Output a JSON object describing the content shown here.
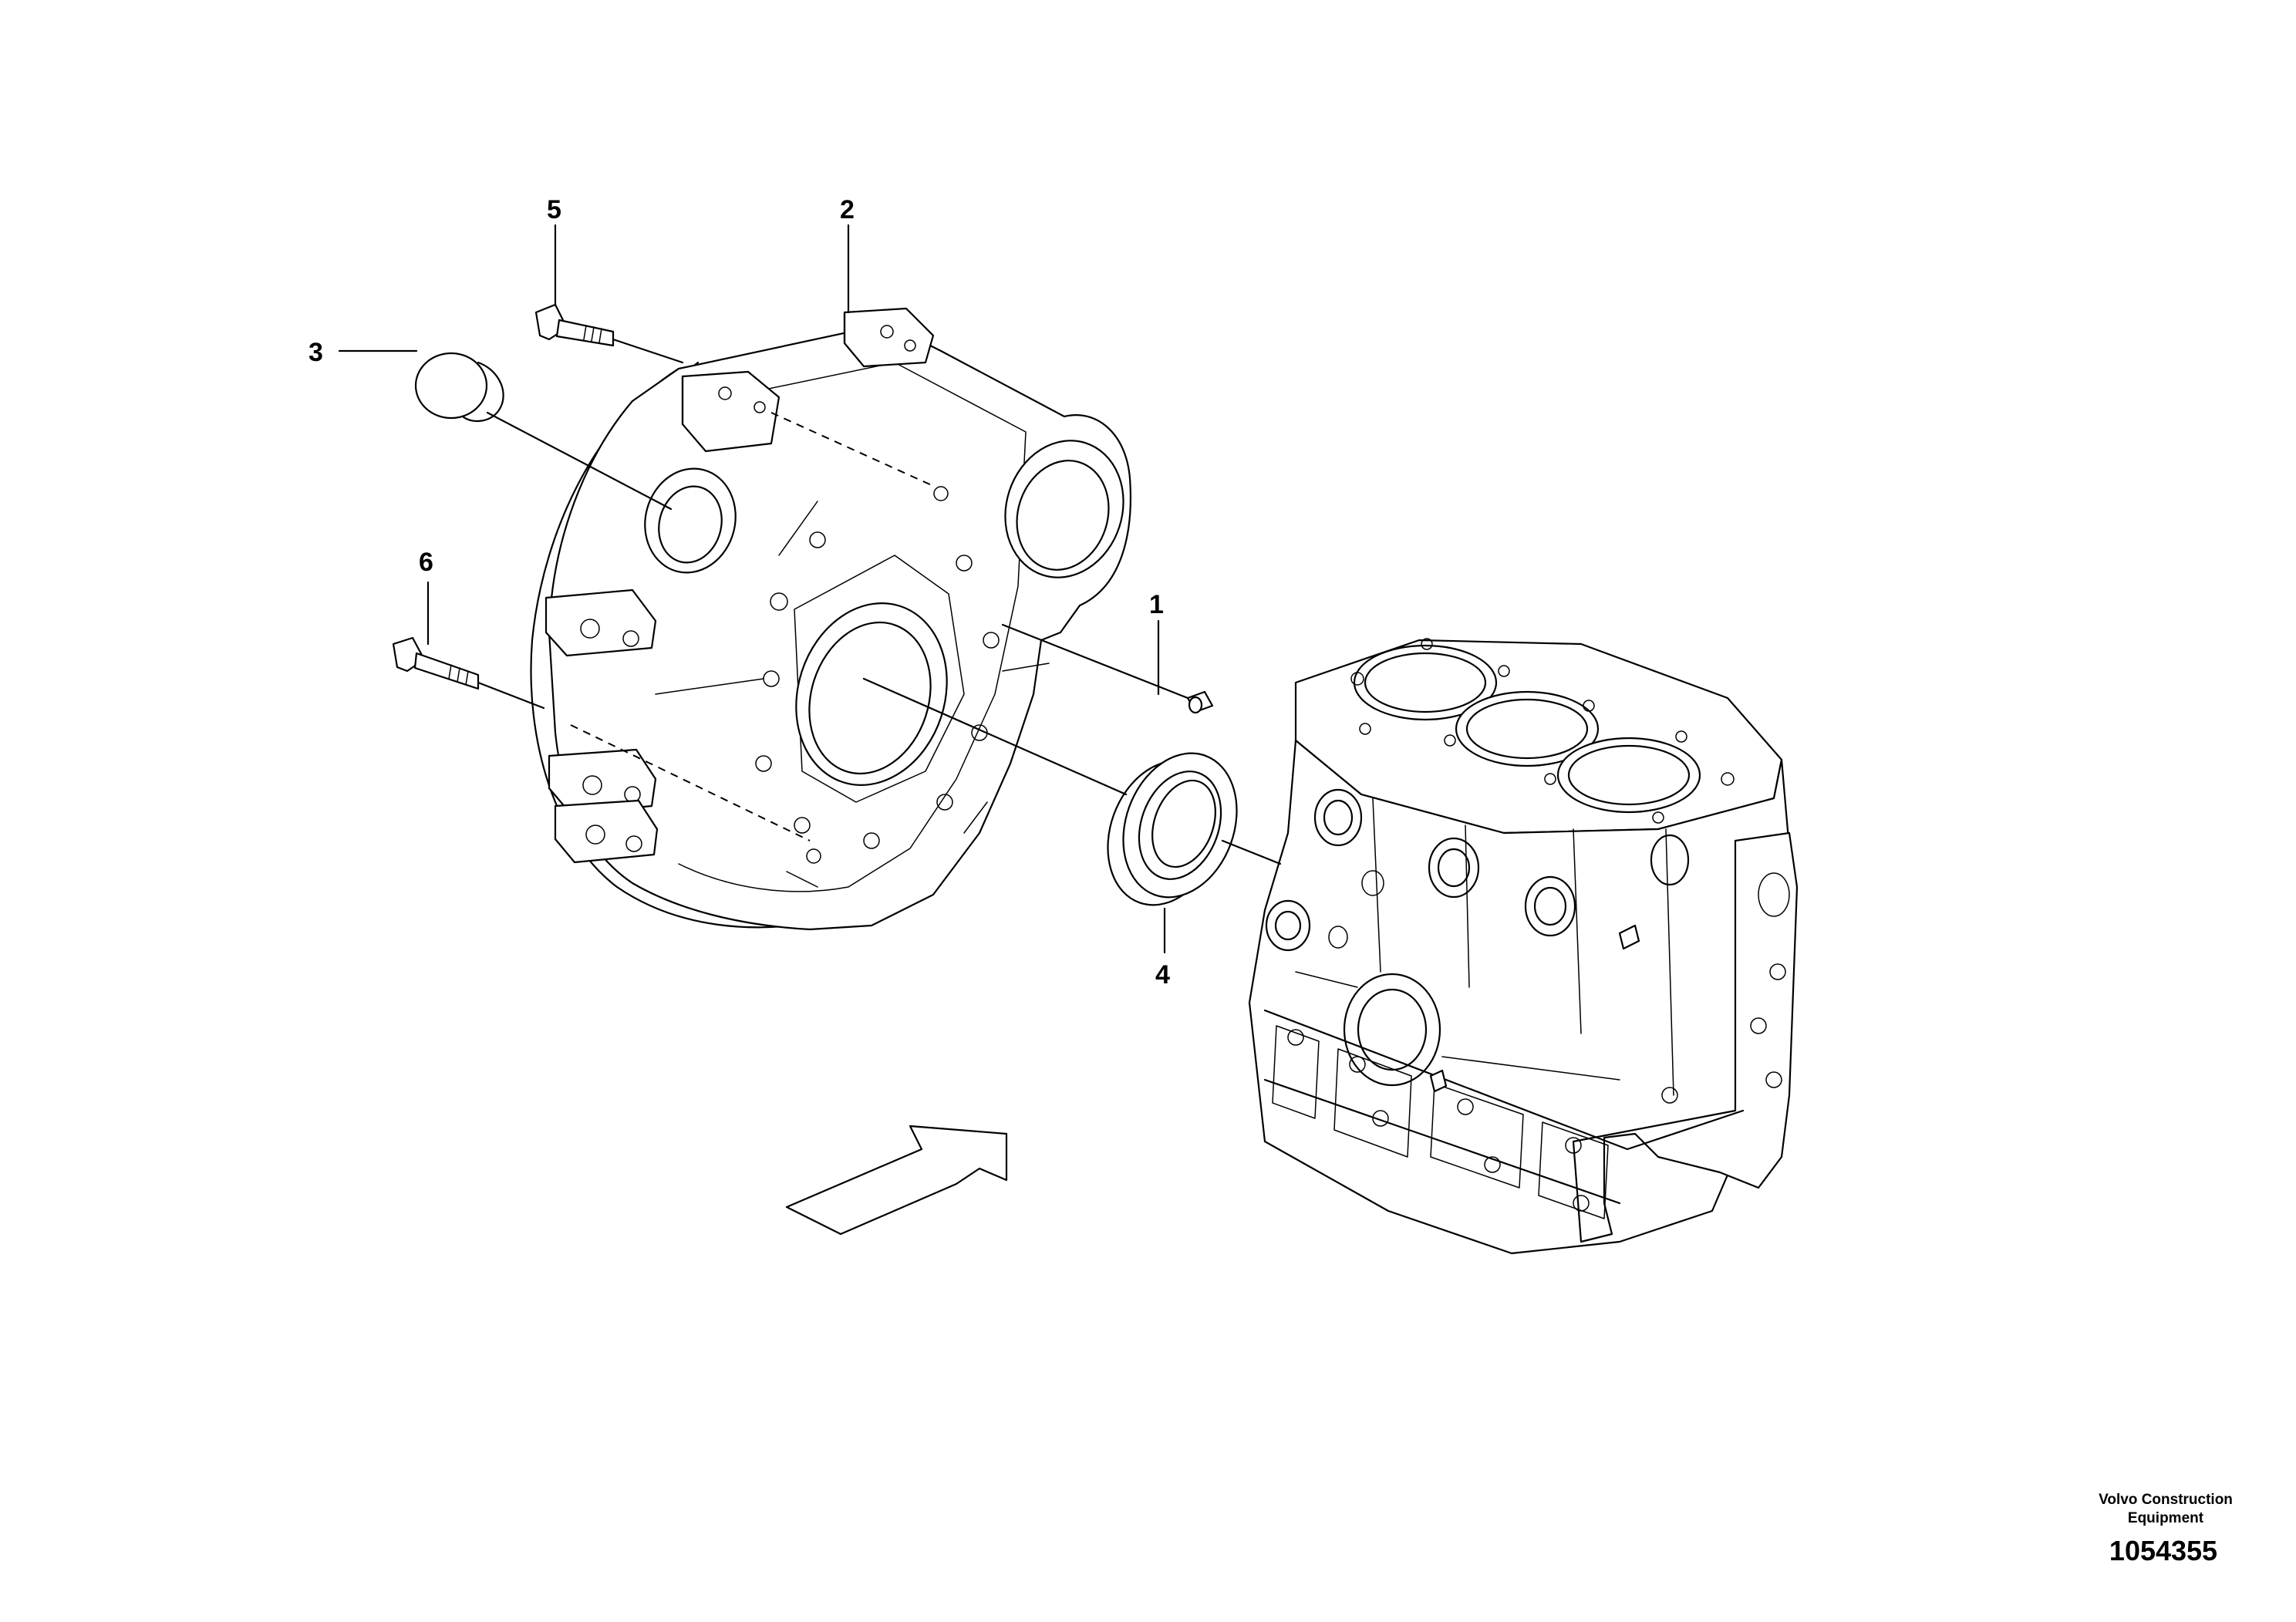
{
  "callouts": {
    "c1": "1",
    "c2": "2",
    "c3": "3",
    "c4": "4",
    "c5": "5",
    "c6": "6"
  },
  "publisher": {
    "line1": "Volvo Construction",
    "line2": "Equipment",
    "drawing_number": "1054355"
  }
}
